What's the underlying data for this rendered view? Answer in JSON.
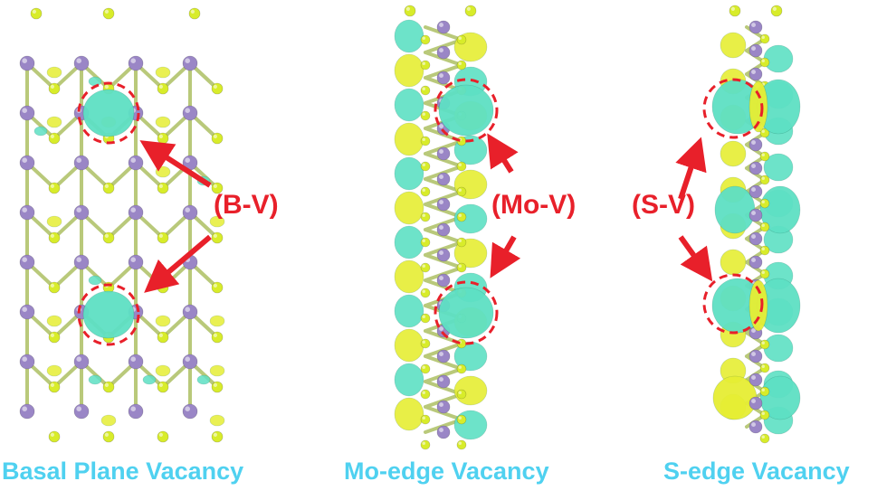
{
  "panels": [
    {
      "id": "basal",
      "caption": "Basal Plane Vacancy",
      "callout": "(B-V)"
    },
    {
      "id": "mo_edge",
      "caption": "Mo-edge Vacancy",
      "callout": "(Mo-V)"
    },
    {
      "id": "s_edge",
      "caption": "S-edge Vacancy",
      "callout": "(S-V)"
    }
  ],
  "colors": {
    "caption": "#4fd1f0",
    "callout": "#e8202a",
    "mo_atom": "#9a86c6",
    "s_atom": "#d8ec2a",
    "bond": "#b9c97a",
    "density_cyan": "#5ee0c4",
    "density_yellow": "#e6ee34",
    "vacancy_circle": "#e8202a"
  }
}
